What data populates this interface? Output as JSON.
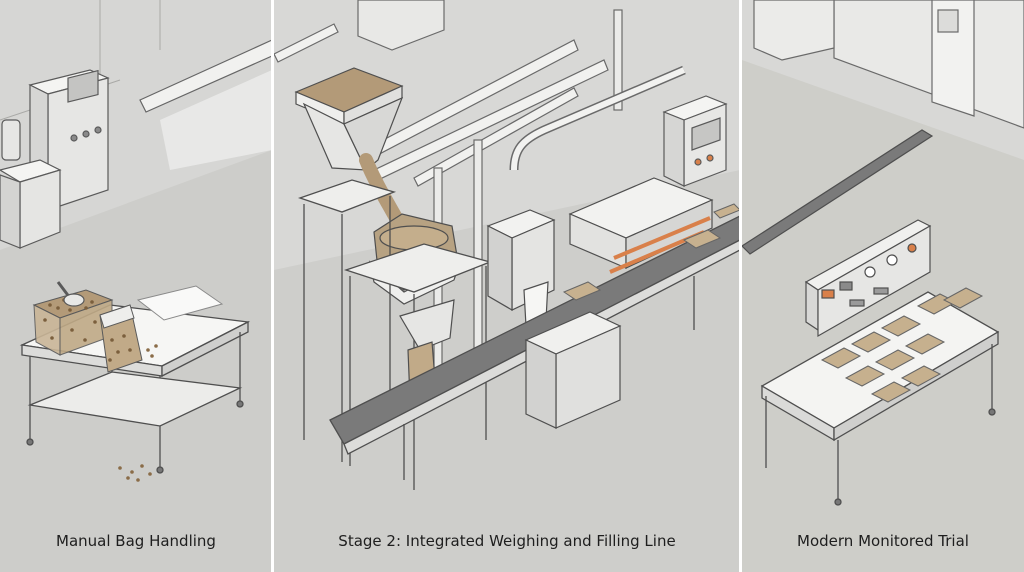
{
  "panels": [
    {
      "caption": "Manual Bag Handling"
    },
    {
      "caption": "Stage 2: Integrated Weighing and Filling Line"
    },
    {
      "caption": "Modern Monitored Trial"
    }
  ],
  "colors": {
    "background": "#d9d9d7",
    "floor": "#cfcfcc",
    "steel": "#efefed",
    "outline": "#5a5a5a",
    "belt": "#7a7a7a",
    "grain": "#b39a78",
    "accent_orange": "#d9804a",
    "divider": "#ffffff"
  },
  "icons": [
    "scoop-icon",
    "weigher-hopper",
    "control-panel",
    "sealer-unit",
    "gauge-icon"
  ]
}
